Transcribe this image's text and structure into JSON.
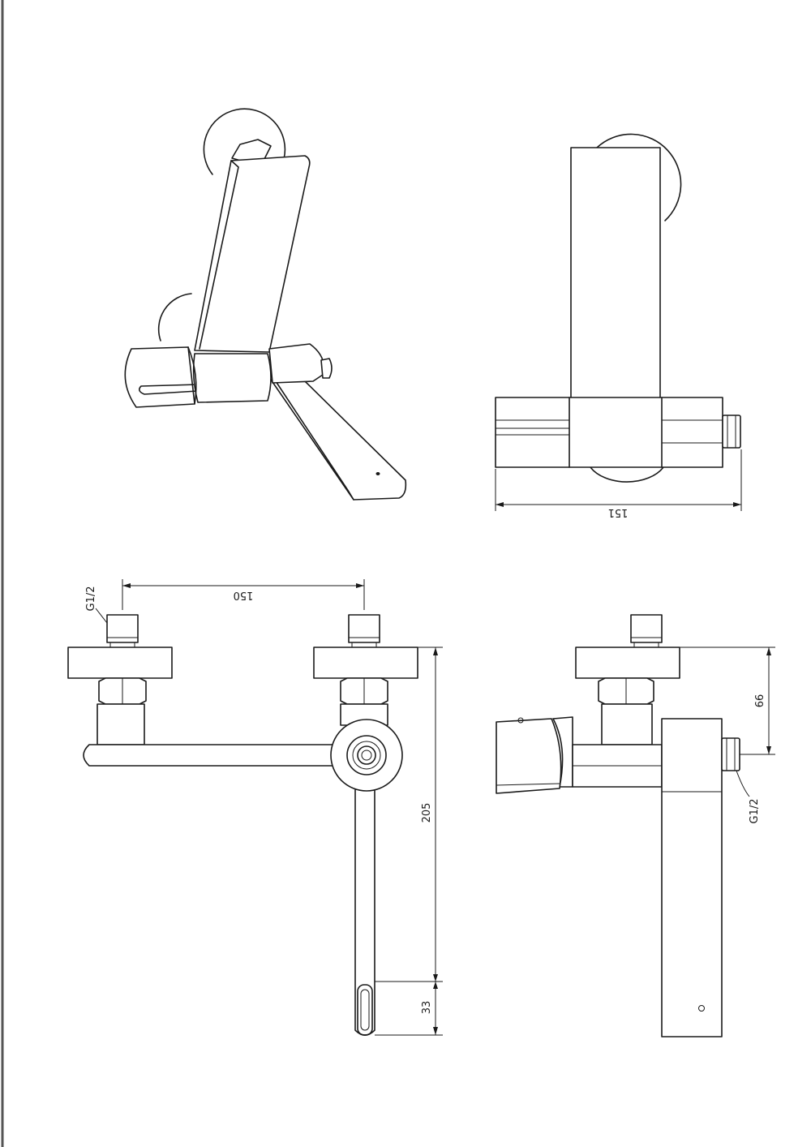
{
  "dimensions": {
    "side_width": "151",
    "inlet_spacing": "150",
    "spout_height": "205",
    "spout_tip": "33",
    "inlet_height": "66"
  },
  "thread_labels": {
    "front_inlet": "G1/2",
    "side_inlet": "G1/2"
  },
  "colors": {
    "line": "#1a1a1a",
    "background": "#ffffff"
  }
}
